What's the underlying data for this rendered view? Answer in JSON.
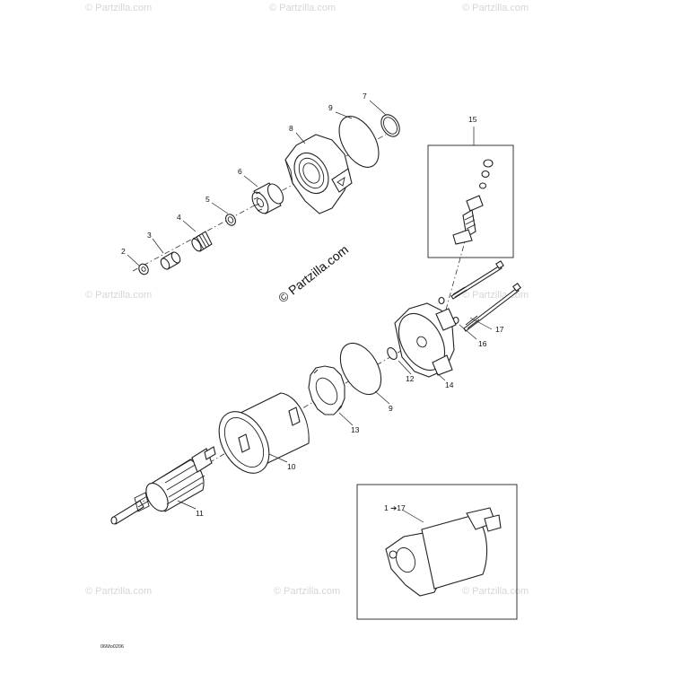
{
  "watermark": {
    "text": "© Partzilla.com"
  },
  "diagram": {
    "code": "06Mo0206",
    "callouts": {
      "c1": "1 ➔17",
      "c2": "2",
      "c3": "3",
      "c4": "4",
      "c5": "5",
      "c6": "6",
      "c7": "7",
      "c8": "8",
      "c9a": "9",
      "c9b": "9",
      "c10": "10",
      "c11": "11",
      "c12": "12",
      "c13": "13",
      "c14": "14",
      "c15": "15",
      "c16": "16",
      "c17": "17"
    }
  }
}
